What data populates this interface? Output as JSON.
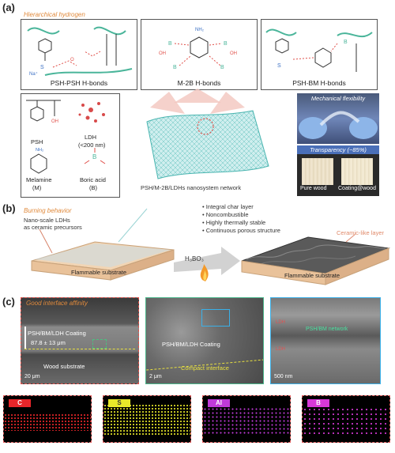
{
  "panel_labels": {
    "a": "(a)",
    "b": "(b)",
    "c": "(c)"
  },
  "section_a": {
    "hierarchical_title": "Hierarchical hydrogen",
    "boxes": {
      "psh_psh": "PSH-PSH H-bonds",
      "m2b": "M-2B H-bonds",
      "psh_bm": "PSH-BM H-bonds"
    },
    "components": {
      "psh": "PSH",
      "ldh": "LDH",
      "ldh_size": "(<200 nm)",
      "melamine": "Melamine",
      "melamine_abbr": "(M)",
      "boric_acid": "Boric acid",
      "boric_abbr": "(B)"
    },
    "network_label": "PSH/M-2B/LDHs  nanosystem network",
    "mech_flex": "Mechanical flexibility",
    "transparency": "Transparency (~85%)",
    "pure_wood": "Pure wood",
    "coating_wood": "Coating@wood"
  },
  "section_b": {
    "burning_behavior": "Burning behavior",
    "nano_ldh": "Nano-scale LDHs\nas ceramic precursors",
    "bullets": [
      "Integral char layer",
      "Noncombustible",
      "Highly thermally stable",
      "Continuous porous structure"
    ],
    "ceramic_layer": "Ceramic-like layer",
    "flammable_left": "Flammable substrate",
    "flammable_right": "Flammable substrate",
    "h3bo3": "H₃BO₃"
  },
  "section_c": {
    "good_interface": "Good interface affinity",
    "coating_label": "PSH/BM/LDH Coating",
    "thickness": "87.8 ± 13 μm",
    "wood_substrate": "Wood substrate",
    "scale1": "20 μm",
    "coating_label2": "PSH/BM/LDH Coating",
    "compact_interface": "Compact interface",
    "scale2": "2 μm",
    "network": "PSH/BM network",
    "ldh_tag1": "LDH",
    "ldh_tag2": "LDH",
    "scale3": "500 nm",
    "eds": [
      {
        "label": "C",
        "color": "#e8262a"
      },
      {
        "label": "S",
        "color": "#e8e82a"
      },
      {
        "label": "Al",
        "color": "#c03ad8"
      },
      {
        "label": "B",
        "color": "#d838d8"
      }
    ]
  }
}
